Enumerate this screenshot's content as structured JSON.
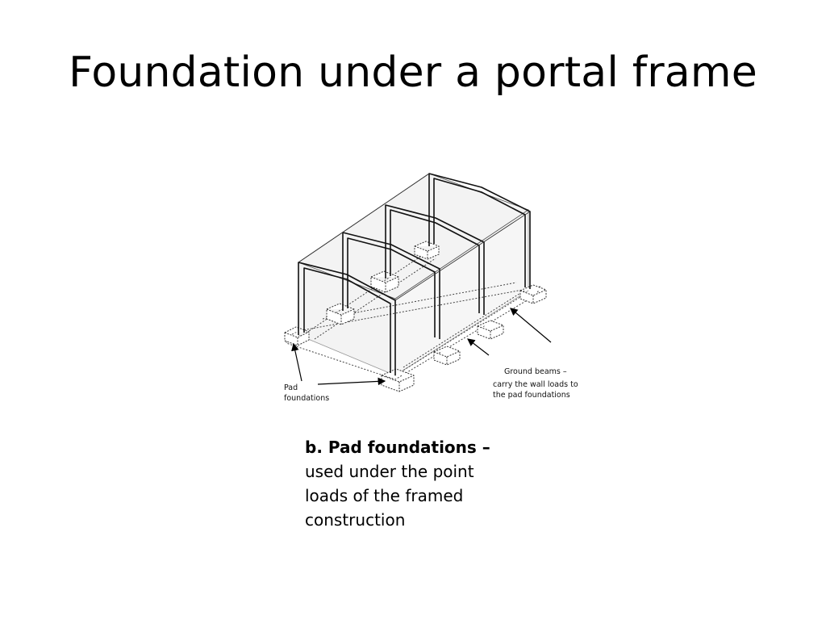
{
  "slide": {
    "title": "Foundation under a portal frame"
  },
  "diagram": {
    "pad_label_line1": "Pad",
    "pad_label_line2": "foundations",
    "ground_beams_title": "Ground beams –",
    "ground_beams_line1": "carry the wall loads to",
    "ground_beams_line2": "the pad foundations"
  },
  "caption": {
    "heading": "b. Pad foundations –",
    "line1": "used under the point",
    "line2": "loads of the framed",
    "line3": "construction"
  }
}
